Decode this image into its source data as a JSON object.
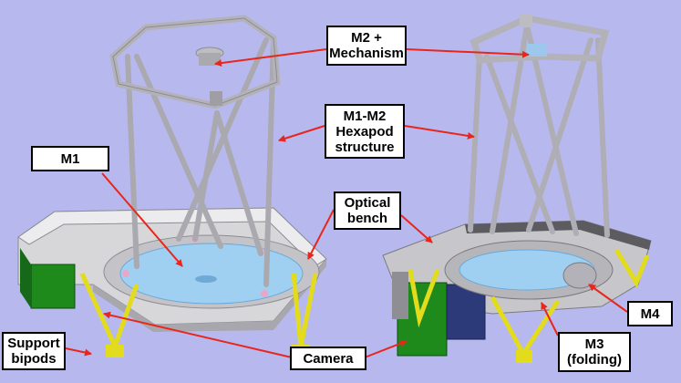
{
  "diagram": {
    "background": "#b7b9ee",
    "arrow_color": "#e8261c",
    "labels": {
      "m2": [
        "M2 +",
        "Mechanism"
      ],
      "hexapod": [
        "M1-M2",
        "Hexapod",
        "structure"
      ],
      "m1": [
        "M1"
      ],
      "optical_bench": [
        "Optical",
        "bench"
      ],
      "support_bipods": [
        "Support",
        "bipods"
      ],
      "camera": [
        "Camera"
      ],
      "m3": [
        "M3",
        "(folding)"
      ],
      "m4": [
        "M4"
      ]
    }
  }
}
